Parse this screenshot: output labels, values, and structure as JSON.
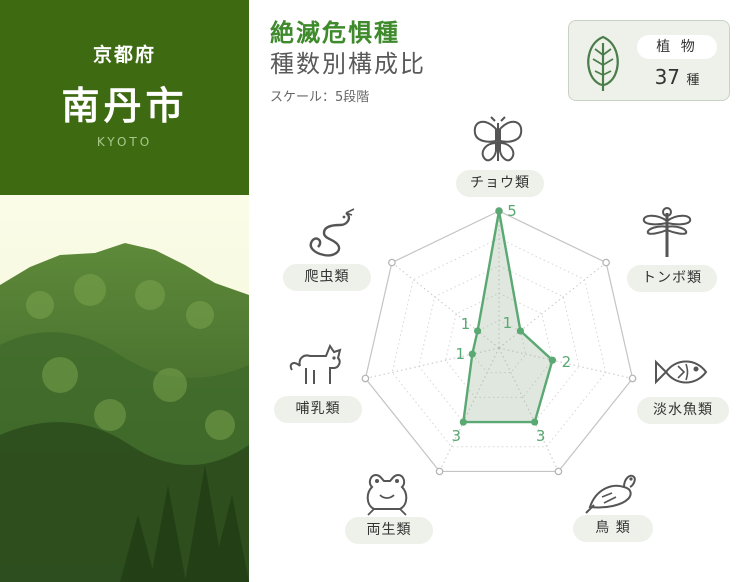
{
  "header": {
    "prefecture": "京都府",
    "city": "南丹市",
    "romaji": "KYOTO",
    "title_line1": "絶滅危惧種",
    "title_line2": "種数別構成比",
    "scale_note": "スケール：5段階"
  },
  "total": {
    "label": "植 物",
    "count": "37",
    "unit": "種"
  },
  "colors": {
    "accent": "#3e8a2c",
    "series": "#5aa872",
    "panel": "#3e6b12"
  },
  "chart_data": {
    "type": "radar",
    "scale_max": 5,
    "scale_steps": 5,
    "grid": true,
    "categories": [
      "チョウ類",
      "トンボ類",
      "淡水魚類",
      "鳥 類",
      "両生類",
      "哺乳類",
      "爬虫類"
    ],
    "icons": [
      "butterfly-icon",
      "dragonfly-icon",
      "fish-icon",
      "bird-icon",
      "frog-icon",
      "mammal-icon",
      "snake-icon"
    ],
    "values": [
      5,
      1,
      2,
      3,
      3,
      1,
      1
    ]
  }
}
